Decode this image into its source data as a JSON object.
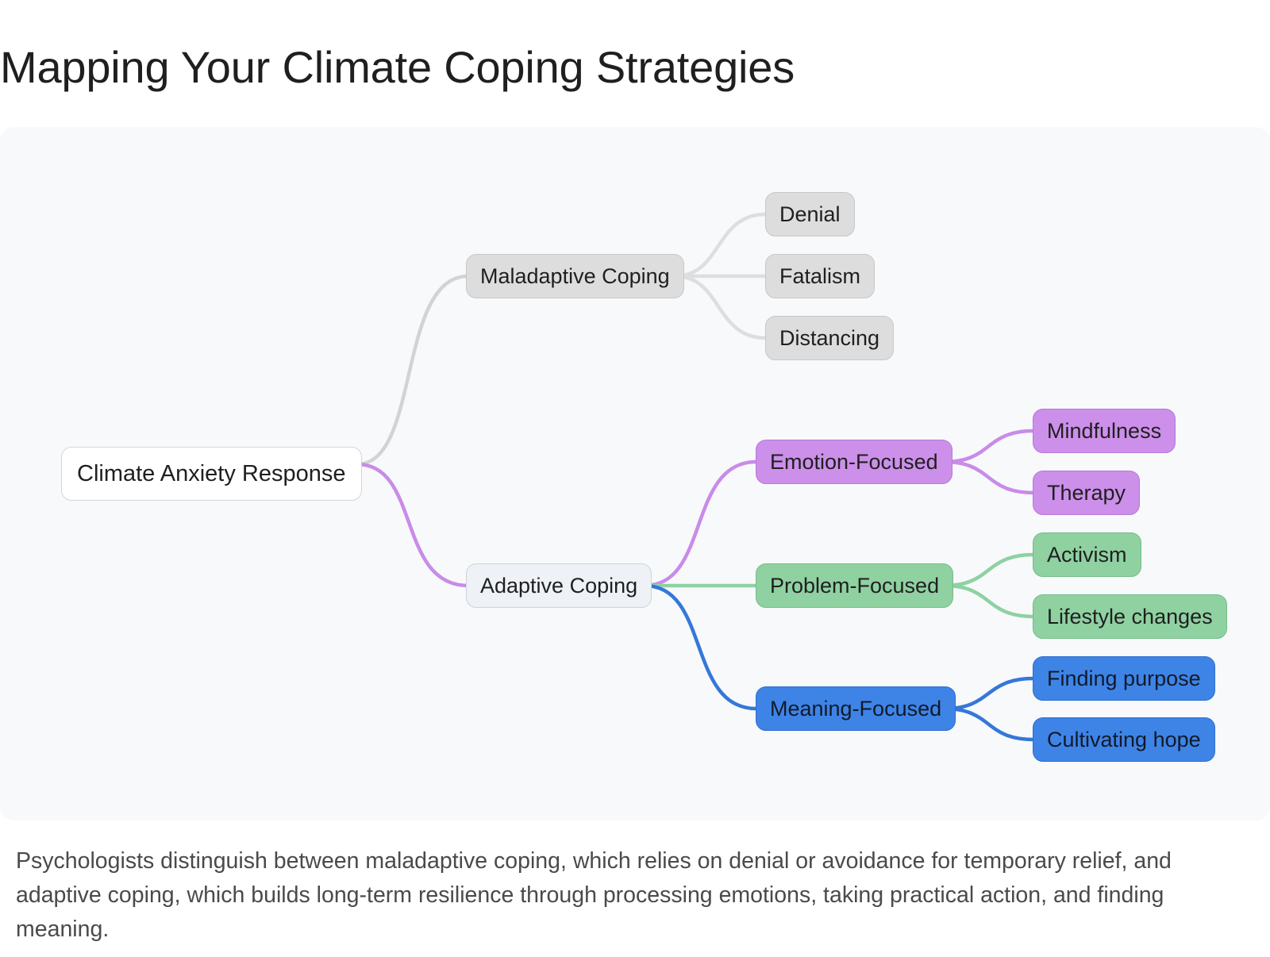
{
  "title": "Mapping Your Climate Coping Strategies",
  "diagram": {
    "root": "Climate Anxiety Response",
    "maladaptive": {
      "label": "Maladaptive Coping",
      "children": [
        "Denial",
        "Fatalism",
        "Distancing"
      ]
    },
    "adaptive": {
      "label": "Adaptive Coping",
      "emotion": {
        "label": "Emotion-Focused",
        "children": [
          "Mindfulness",
          "Therapy"
        ]
      },
      "problem": {
        "label": "Problem-Focused",
        "children": [
          "Activism",
          "Lifestyle changes"
        ]
      },
      "meaning": {
        "label": "Meaning-Focused",
        "children": [
          "Finding purpose",
          "Cultivating hope"
        ]
      }
    },
    "colors": {
      "maladaptive": "#d3d3d3",
      "emotion": "#c98be8",
      "problem": "#8fd1a1",
      "meaning": "#3577d9"
    }
  },
  "caption": "Psychologists distinguish between maladaptive coping, which relies on denial or avoidance for temporary relief, and adaptive coping, which builds long-term resilience through processing emotions, taking practical action, and finding meaning."
}
